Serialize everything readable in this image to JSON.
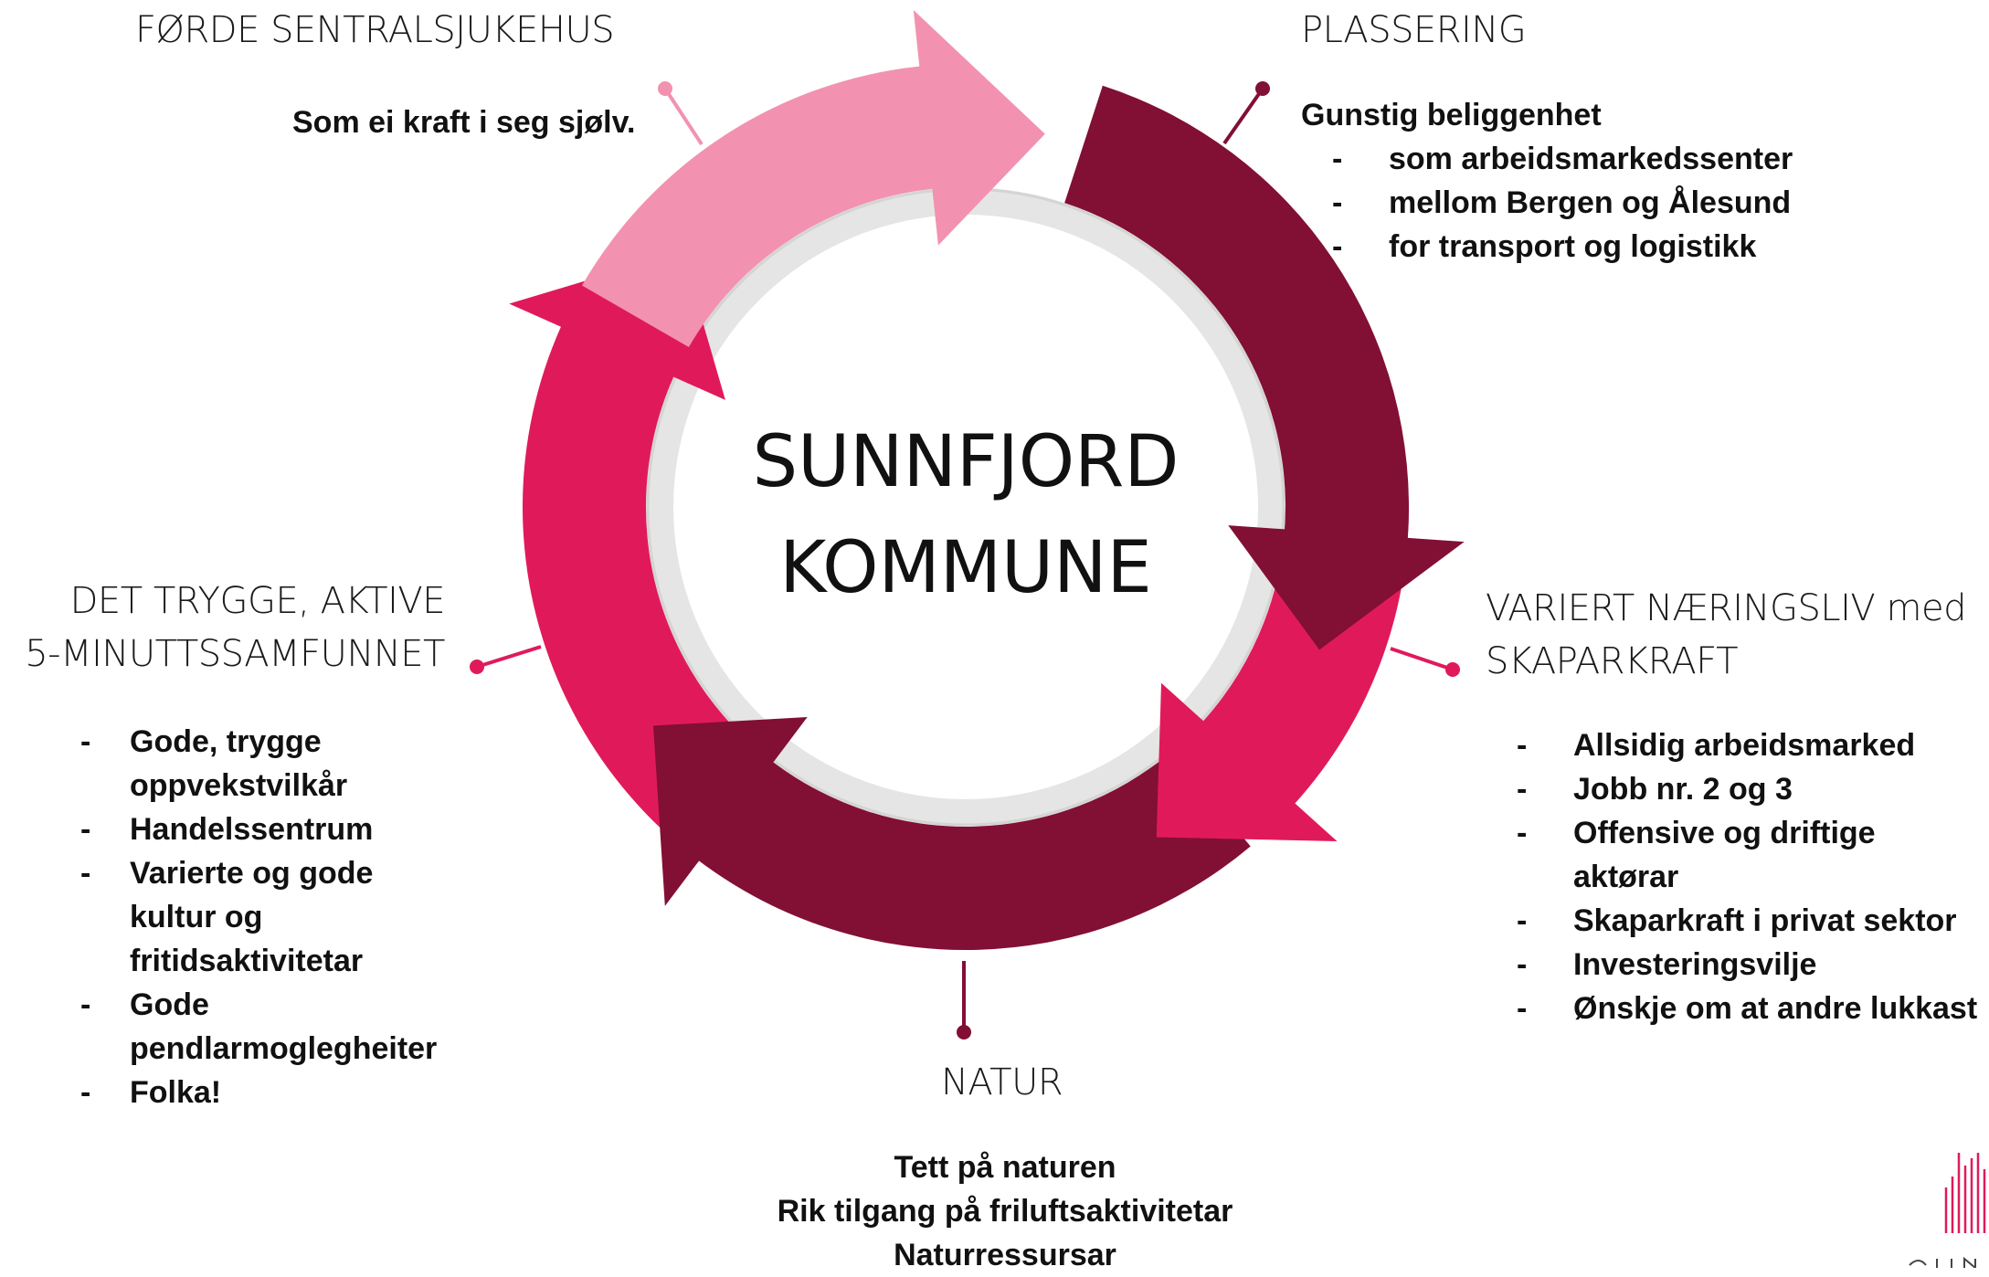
{
  "center": {
    "line1": "SUNNFJORD",
    "line2": "KOMMUNE"
  },
  "colors": {
    "pink": "#f292b0",
    "magenta": "#e01a5a",
    "wine": "#820f34",
    "ring": "#e5e5e5"
  },
  "sections": {
    "sjukehus": {
      "heading": "FØRDE SENTRALSJUKEHUS",
      "text": "Som ei kraft i seg sjølv."
    },
    "plassering": {
      "heading": "PLASSERING",
      "subheading": "Gunstig beliggenhet",
      "items": [
        "som arbeidsmarkedssenter",
        "mellom Bergen og Ålesund",
        "for transport og logistikk"
      ]
    },
    "naringsliv": {
      "heading_line1": "VARIERT NÆRINGSLIV med",
      "heading_line2": "SKAPARKRAFT",
      "items": [
        "Allsidig arbeidsmarked",
        "Jobb nr. 2 og 3",
        "Offensive og driftige aktørar",
        "Skaparkraft i privat sektor",
        "Investeringsvilje",
        "Ønskje om at andre lukkast"
      ]
    },
    "natur": {
      "heading": "NATUR",
      "lines": [
        "Tett på naturen",
        "Rik tilgang på friluftsaktivitetar",
        "Naturressursar"
      ]
    },
    "samfunn": {
      "heading_line1": "DET TRYGGE, AKTIVE",
      "heading_line2": "5-MINUTTSSAMFUNNET",
      "items": [
        {
          "line1": "Gode, trygge",
          "line2": "oppvekstvilkår"
        },
        {
          "line1": "Handelssentrum"
        },
        {
          "line1": "Varierte og gode",
          "line2": "kultur og",
          "line3": "fritidsaktivitetar"
        },
        {
          "line1": "Gode",
          "line2": "pendlarmoglegheiter"
        },
        {
          "line1": "Folka!"
        }
      ]
    }
  }
}
